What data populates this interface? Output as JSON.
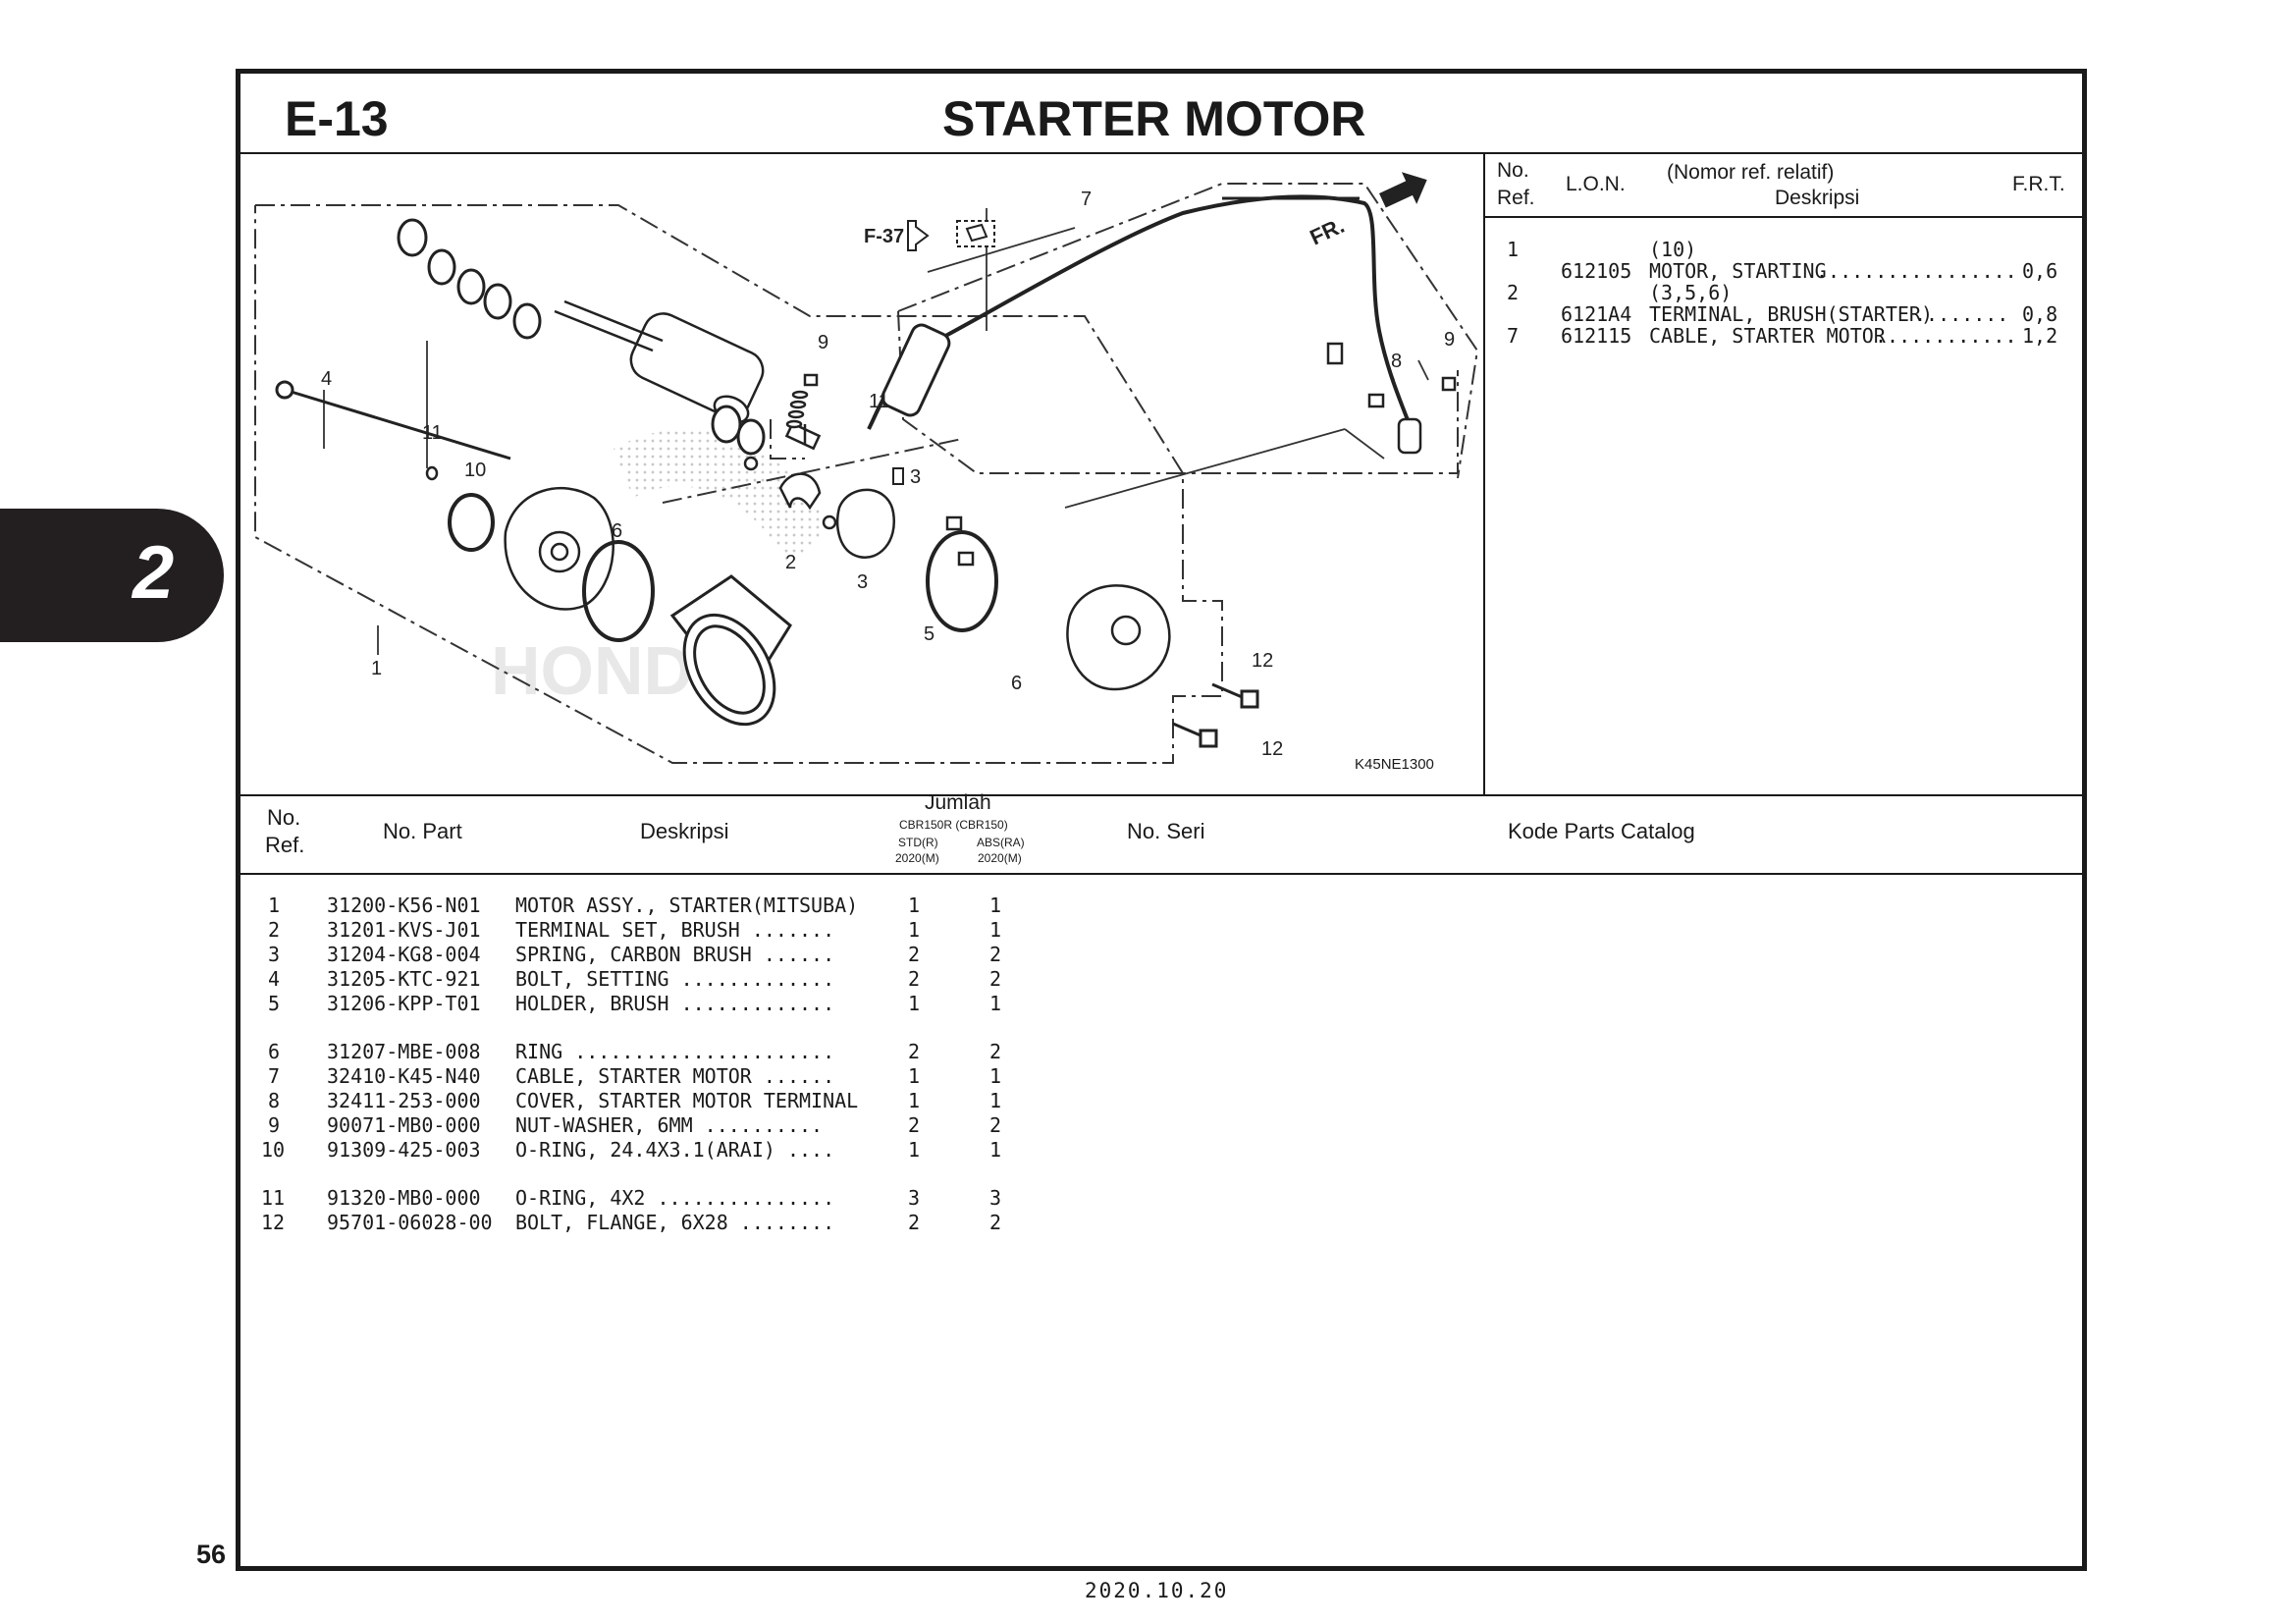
{
  "header": {
    "code": "E-13",
    "title": "STARTER MOTOR"
  },
  "chapter_tab": "2",
  "diagram": {
    "figure_code": "K45NE1300",
    "ref_link": "F-37",
    "direction_label": "FR.",
    "watermark": "HONDA",
    "callouts": [
      "1",
      "2",
      "3",
      "3",
      "4",
      "5",
      "6",
      "6",
      "7",
      "8",
      "9",
      "9",
      "10",
      "11",
      "11",
      "12",
      "12"
    ]
  },
  "frt": {
    "headers": {
      "no": "No.",
      "ref": "Ref.",
      "lon": "L.O.N.",
      "nomor": "(Nomor ref. relatif)",
      "deskripsi": "Deskripsi",
      "frt": "F.R.T."
    },
    "rows": [
      {
        "ref": "1",
        "refs": "(10)",
        "lon": "612105",
        "desc": "MOTOR, STARTING",
        "dots": ".................",
        "frt": "0,6"
      },
      {
        "ref": "2",
        "refs": "(3,5,6)",
        "lon": "6121A4",
        "desc": "TERMINAL, BRUSH(STARTER)",
        "dots": "........",
        "frt": "0,8"
      },
      {
        "ref": "7",
        "refs": "",
        "lon": "612115",
        "desc": "CABLE, STARTER MOTOR",
        "dots": "............",
        "frt": "1,2"
      }
    ]
  },
  "table": {
    "headers": {
      "no": "No.",
      "ref": "Ref.",
      "part": "No. Part",
      "desc": "Deskripsi",
      "jumlah": "Jumlah",
      "model": "CBR150R (CBR150)",
      "std": "STD(R)",
      "abs": "ABS(RA)",
      "year1": "2020(M)",
      "year2": "2020(M)",
      "seri": "No. Seri",
      "kode": "Kode Parts Catalog"
    },
    "rows": [
      {
        "ref": "1",
        "part": "31200-K56-N01",
        "desc": "MOTOR ASSY., STARTER(MITSUBA)",
        "q1": "1",
        "q2": "1"
      },
      {
        "ref": "2",
        "part": "31201-KVS-J01",
        "desc": "TERMINAL SET, BRUSH .......",
        "q1": "1",
        "q2": "1"
      },
      {
        "ref": "3",
        "part": "31204-KG8-004",
        "desc": "SPRING, CARBON BRUSH ......",
        "q1": "2",
        "q2": "2"
      },
      {
        "ref": "4",
        "part": "31205-KTC-921",
        "desc": "BOLT, SETTING .............",
        "q1": "2",
        "q2": "2"
      },
      {
        "ref": "5",
        "part": "31206-KPP-T01",
        "desc": "HOLDER, BRUSH .............",
        "q1": "1",
        "q2": "1"
      },
      {
        "ref": "6",
        "part": "31207-MBE-008",
        "desc": "RING ......................",
        "q1": "2",
        "q2": "2"
      },
      {
        "ref": "7",
        "part": "32410-K45-N40",
        "desc": "CABLE, STARTER MOTOR ......",
        "q1": "1",
        "q2": "1"
      },
      {
        "ref": "8",
        "part": "32411-253-000",
        "desc": "COVER, STARTER MOTOR TERMINAL",
        "q1": "1",
        "q2": "1"
      },
      {
        "ref": "9",
        "part": "90071-MB0-000",
        "desc": "NUT-WASHER, 6MM ..........",
        "q1": "2",
        "q2": "2"
      },
      {
        "ref": "10",
        "part": "91309-425-003",
        "desc": "O-RING, 24.4X3.1(ARAI) ....",
        "q1": "1",
        "q2": "1"
      },
      {
        "ref": "11",
        "part": "91320-MB0-000",
        "desc": "O-RING, 4X2 ...............",
        "q1": "3",
        "q2": "3"
      },
      {
        "ref": "12",
        "part": "95701-06028-00",
        "desc": "BOLT, FLANGE, 6X28 ........",
        "q1": "2",
        "q2": "2"
      }
    ]
  },
  "footer": {
    "page": "56",
    "date": "2020.10.20"
  }
}
